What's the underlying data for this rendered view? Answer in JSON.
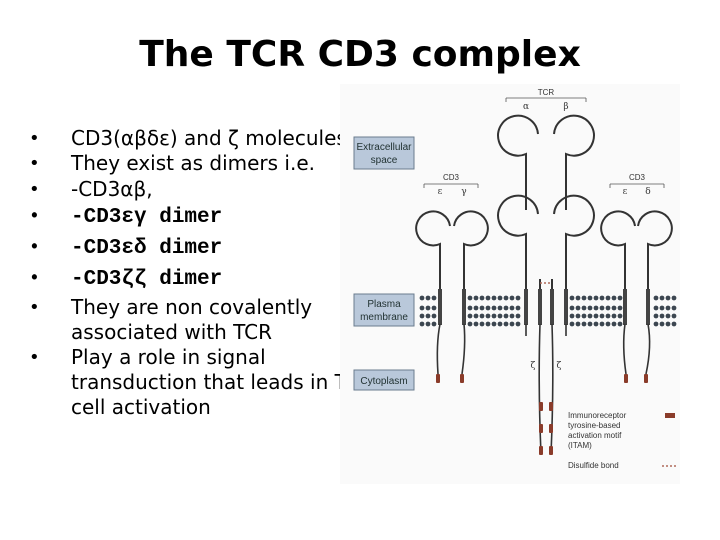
{
  "title": "The TCR CD3 complex",
  "bullets": [
    {
      "text": "CD3(αβδε) and ζ molecules",
      "style": "normal"
    },
    {
      "text": " They exist as dimers i.e.",
      "style": "normal"
    },
    {
      "text": " -CD3αβ,",
      "style": "normal"
    },
    {
      "text": " -CD3εγ dimer",
      "style": "big"
    },
    {
      "text": " -CD3εδ dimer",
      "style": "big"
    },
    {
      "text": " -CD3ζζ dimer",
      "style": "big"
    },
    {
      "text": "They are non covalently associated with TCR",
      "style": "normal"
    },
    {
      "text": "Play a role in signal transduction that leads in T cell activation",
      "style": "normal"
    }
  ],
  "figure": {
    "regions": [
      "Extracellular space",
      "Plasma membrane",
      "Cytoplasm"
    ],
    "tcr_label": "TCR",
    "tcr_chains": [
      "α",
      "β"
    ],
    "cd3_label_left": "CD3",
    "cd3_left_chains": [
      "ε",
      "γ"
    ],
    "cd3_label_right": "CD3",
    "cd3_right_chains": [
      "ε",
      "δ"
    ],
    "zeta_chains": [
      "ζ",
      "ζ"
    ],
    "legend": {
      "itam": "Immunoreceptor tyrosine-based activation motif (ITAM)",
      "disulfide": "Disulfide bond"
    },
    "colors": {
      "region_box": "#b9c8da",
      "itam": "#8a3b2a",
      "membrane_bead": "#3c4650"
    }
  }
}
